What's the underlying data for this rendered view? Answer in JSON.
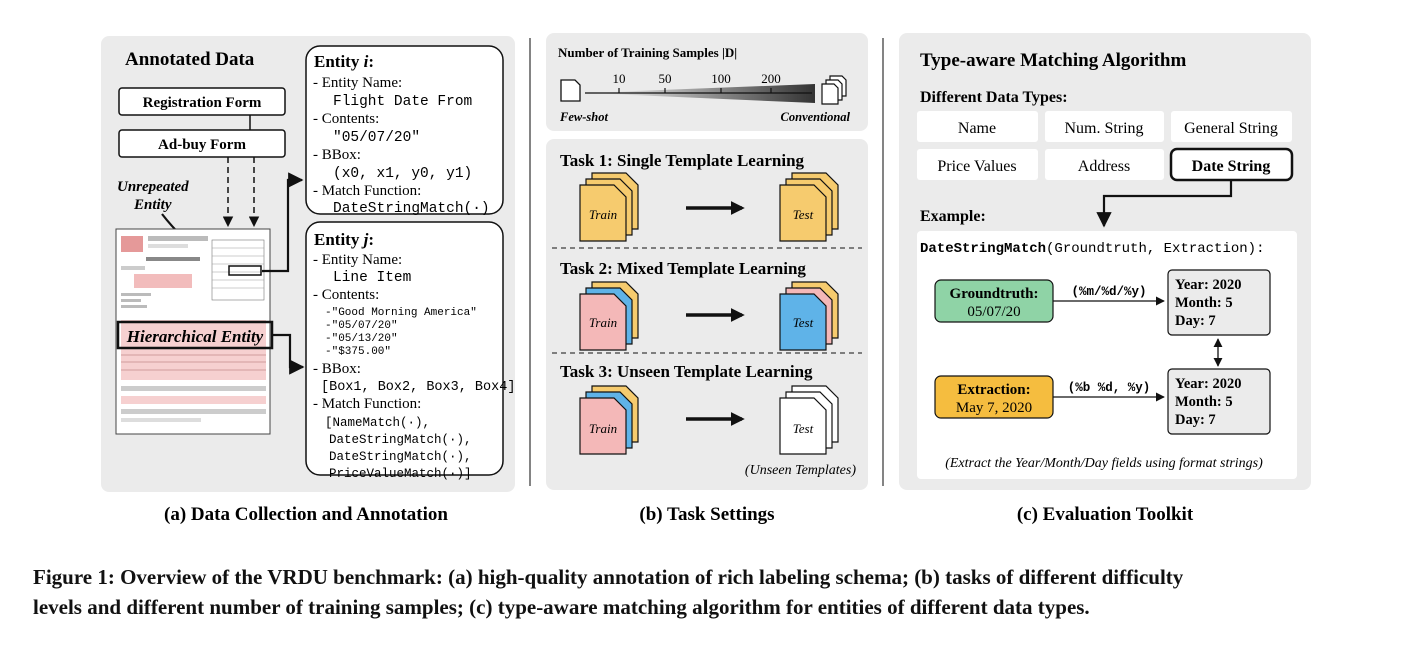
{
  "panel_a": {
    "title": "Annotated Data",
    "forms": [
      "Registration Form",
      "Ad-buy Form"
    ],
    "unrepeated_label_1": "Unrepeated",
    "unrepeated_label_2": "Entity",
    "hierarchical_label": "Hierarchical Entity",
    "entity_i": {
      "title_prefix": "Entity ",
      "title_var": "i",
      "title_suffix": ":",
      "name_label": "- Entity Name:",
      "name_value": "Flight Date From",
      "contents_label": "- Contents:",
      "contents_value": "\"05/07/20\"",
      "bbox_label": "- BBox:",
      "bbox_value": "(x0, x1, y0, y1)",
      "match_label": "- Match Function:",
      "match_value": "DateStringMatch(·)"
    },
    "entity_j": {
      "title_prefix": "Entity ",
      "title_var": "j",
      "title_suffix": ":",
      "name_label": "- Entity Name:",
      "name_value": "Line Item",
      "contents_label": "- Contents:",
      "contents_items": [
        "-\"Good Morning America\"",
        "-\"05/07/20\"",
        "-\"05/13/20\"",
        "-\"$375.00\""
      ],
      "bbox_label": "- BBox:",
      "bbox_value": "[Box1, Box2, Box3, Box4]",
      "match_label": "- Match Function:",
      "match_items": [
        "[NameMatch(·),",
        "DateStringMatch(·),",
        "DateStringMatch(·),",
        "PriceValueMatch(·)]"
      ]
    },
    "caption": "(a) Data Collection and Annotation"
  },
  "panel_b": {
    "samples_title": "Number of Training Samples |D|",
    "ticks": [
      "10",
      "50",
      "100",
      "200"
    ],
    "left_label": "Few-shot",
    "right_label": "Conventional",
    "tasks": [
      {
        "title": "Task 1: Single Template Learning",
        "train": "Train",
        "test": "Test"
      },
      {
        "title": "Task 2: Mixed Template Learning",
        "train": "Train",
        "test": "Test"
      },
      {
        "title": "Task 3: Unseen Template Learning",
        "train": "Train",
        "test": "Test",
        "note": "(Unseen Templates)"
      }
    ],
    "caption": "(b) Task Settings"
  },
  "panel_c": {
    "title": "Type-aware Matching Algorithm",
    "types_title": "Different Data Types:",
    "types": [
      "Name",
      "Num. String",
      "General String",
      "Price Values",
      "Address",
      "Date String"
    ],
    "example_title": "Example:",
    "function_name": "DateStringMatch",
    "function_args": "(Groundtruth, Extraction):",
    "groundtruth_label": "Groundtruth:",
    "groundtruth_value": "05/07/20",
    "extraction_label": "Extraction:",
    "extraction_value": "May 7, 2020",
    "format_1": "(%m/%d/%y)",
    "format_2": "(%b %d, %y)",
    "result_1": [
      "Year: 2020",
      "Month: 5",
      "Day: 7"
    ],
    "result_2": [
      "Year: 2020",
      "Month: 5",
      "Day: 7"
    ],
    "note": "(Extract the Year/Month/Day fields using format strings)",
    "caption": "(c) Evaluation Toolkit"
  },
  "figure_caption": {
    "line_1": "Figure 1: Overview of the VRDU benchmark: (a) high-quality annotation of rich labeling schema; (b) tasks of different difficulty",
    "line_2": "levels and different number of training samples; (c) type-aware matching algorithm for entities of different data types."
  },
  "colors": {
    "panel_bg": "#ebebeb",
    "train_yellow": "#f6cb6e",
    "train_pink": "#f4b8b8",
    "test_blue": "#5fb3e8",
    "groundtruth_green": "#8fd3a6",
    "extraction_orange": "#f5bd3f",
    "highlight_pink": "#f2bcbc",
    "gradient_dark": "#333333"
  }
}
